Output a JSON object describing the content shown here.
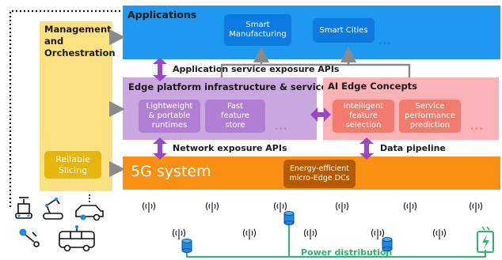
{
  "applications": {
    "title": "Applications",
    "items": [
      "Smart Manufacturing",
      "Smart Cities"
    ],
    "more": "..."
  },
  "management": {
    "title": "Management and Orchestration",
    "reliable_slicing": "Reliable Slicing"
  },
  "app_exposure_label": "Application service exposure APIs",
  "edge_platform": {
    "title": "Edge platform infrastructure & services",
    "items": [
      "Lightweight & portable runtimes",
      "Fast feature store"
    ],
    "more": "..."
  },
  "ai_edge": {
    "title": "AI Edge Concepts",
    "items": [
      "Intelligent feature selection",
      "Service performance prediction"
    ],
    "more": "..."
  },
  "network_exposure_label": "Network exposure APIs",
  "data_pipeline_label": "Data pipeline",
  "fiveg": {
    "title": "5G system",
    "micro_edge": "Energy-efficient micro-Edge DCs"
  },
  "power_distribution_label": "Power distribution",
  "colors": {
    "applications_blue": "#1e98f0",
    "app_chip_blue": "#0d7ae0",
    "management_yellow": "#fbe180",
    "slicing_gold": "#e6b60e",
    "edge_purple": "#c9a7df",
    "edge_chip_purple": "#b27ed4",
    "ai_pink": "#fbb2b6",
    "ai_chip_coral": "#f37b6d",
    "arrow_purple": "#9b48c6",
    "fiveg_orange": "#fa9013",
    "micro_edge_brown": "#b65a00",
    "power_green": "#2db56b",
    "device_blue": "#1e88e5"
  }
}
